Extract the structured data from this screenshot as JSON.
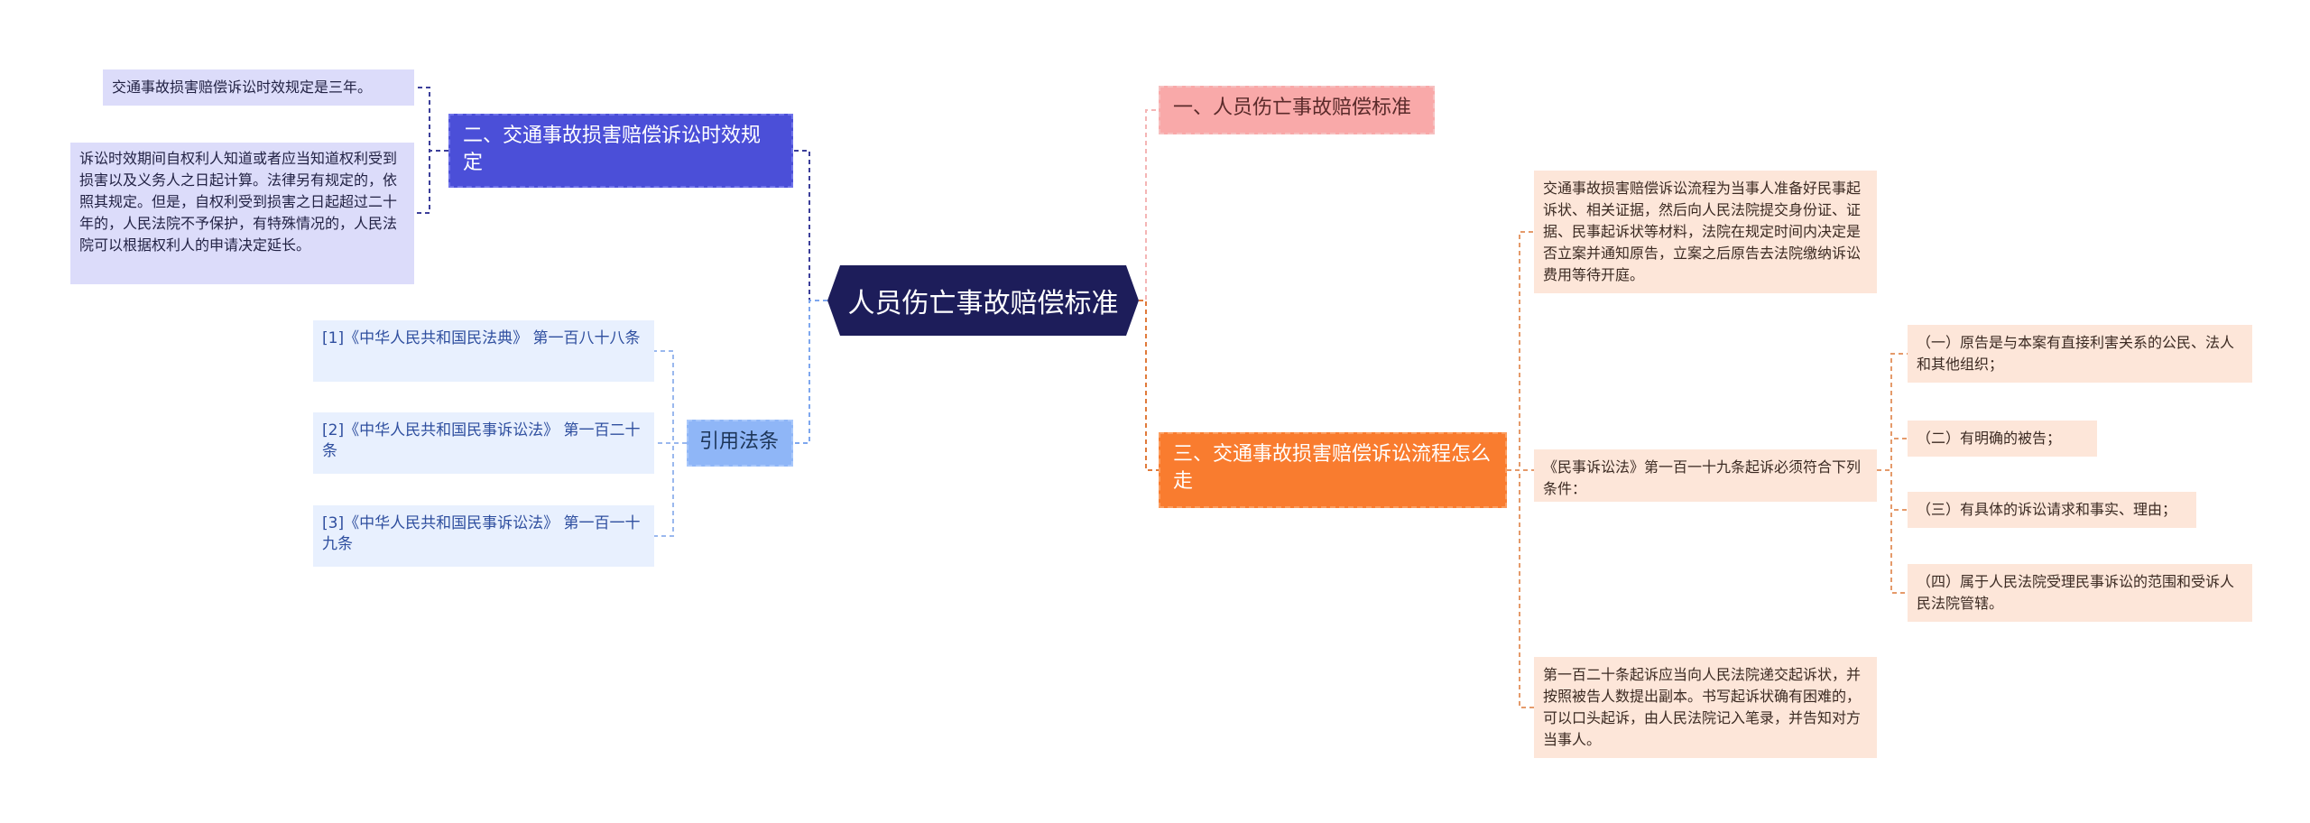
{
  "root": {
    "label": "人员伤亡事故赔偿标准"
  },
  "left": {
    "period": {
      "label": "二、交通事故损害赔偿诉讼时效规定",
      "items": [
        "交通事故损害赔偿诉讼时效规定是三年。",
        "诉讼时效期间自权利人知道或者应当知道权利受到损害以及义务人之日起计算。法律另有规定的，依照其规定。但是，自权利受到损害之日起超过二十年的，人民法院不予保护，有特殊情况的，人民法院可以根据权利人的申请决定延长。"
      ]
    },
    "laws": {
      "label": "引用法条",
      "items": [
        "[1]《中华人民共和国民法典》 第一百八十八条",
        "[2]《中华人民共和国民事诉讼法》 第一百二十条",
        "[3]《中华人民共和国民事诉讼法》 第一百一十九条"
      ]
    }
  },
  "right": {
    "standard": {
      "label": "一、人员伤亡事故赔偿标准"
    },
    "process": {
      "label": "三、交通事故损害赔偿诉讼流程怎么走",
      "items": [
        "交通事故损害赔偿诉讼流程为当事人准备好民事起诉状、相关证据，然后向人民法院提交身份证、证据、民事起诉状等材料，法院在规定时间内决定是否立案并通知原告，立案之后原告去法院缴纳诉讼费用等待开庭。",
        "《民事诉讼法》第一百一十九条起诉必须符合下列条件：",
        "第一百二十条起诉应当向人民法院递交起诉状，并按照被告人数提出副本。书写起诉状确有困难的，可以口头起诉，由人民法院记入笔录，并告知对方当事人。"
      ],
      "conditions": [
        "（一）原告是与本案有直接利害关系的公民、法人和其他组织；",
        "（二）有明确的被告；",
        "（三）有具体的诉讼请求和事实、理由；",
        "（四）属于人民法院受理民事诉讼的范围和受诉人民法院管辖。"
      ]
    }
  },
  "colors": {
    "root": "#1d1d5a",
    "purple": "#4b4fd8",
    "purple_leaf": "#dcdcfa",
    "blue": "#8fb6f7",
    "blue_leaf": "#e8f0fe",
    "pink": "#f9a9a9",
    "orange": "#f97c2f",
    "orange_leaf": "#fde6d9"
  }
}
